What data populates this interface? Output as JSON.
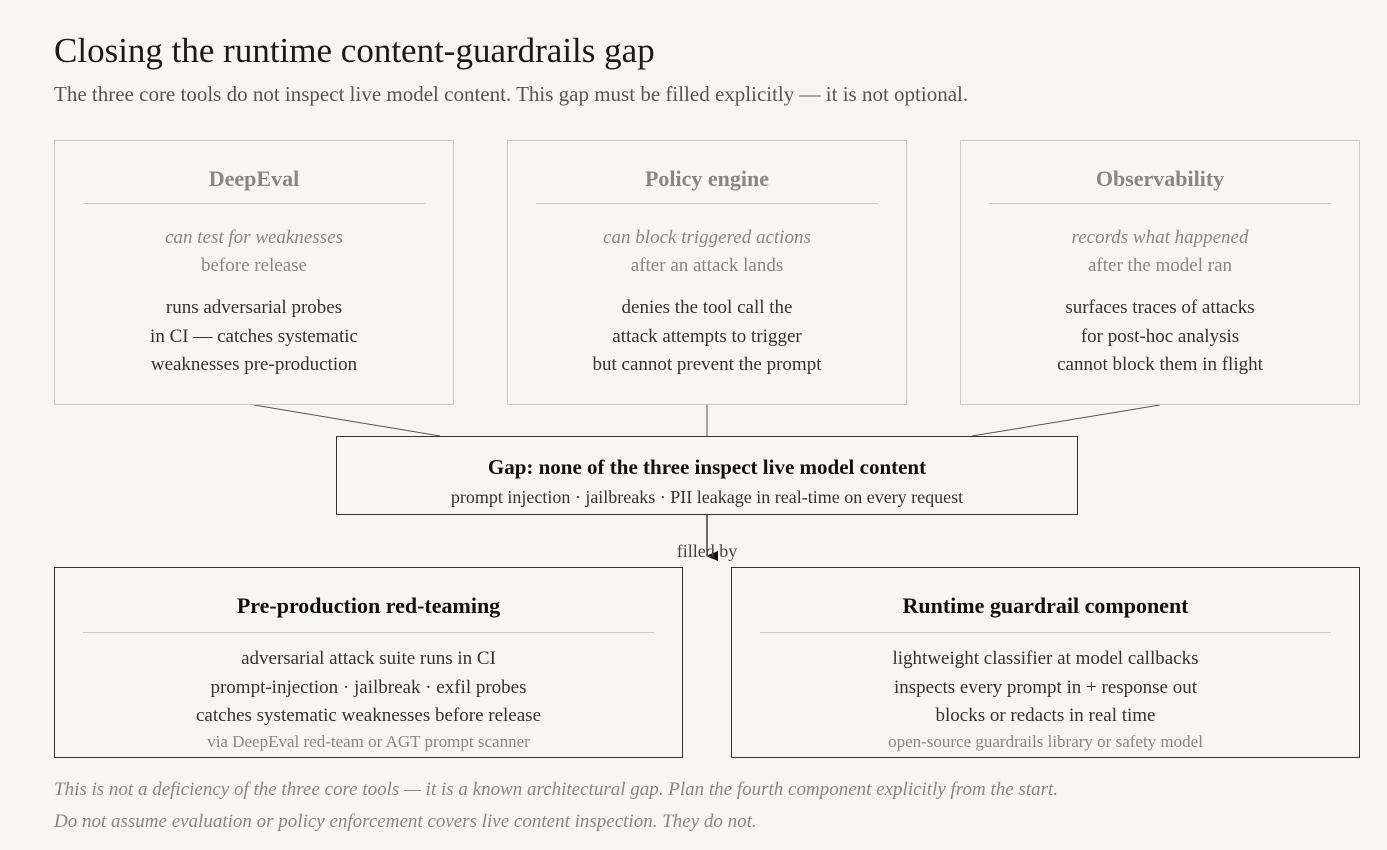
{
  "title": "Closing the runtime content-guardrails gap",
  "subtitle": "The three core tools do not inspect live model content. This gap must be filled explicitly — it is not optional.",
  "tools": [
    {
      "name": "DeepEval",
      "capability": "can test for weaknesses",
      "timing": "before release",
      "lines": [
        "runs adversarial probes",
        "in CI — catches systematic",
        "weaknesses pre-production"
      ]
    },
    {
      "name": "Policy engine",
      "capability": "can block triggered actions",
      "timing": "after an attack lands",
      "lines": [
        "denies the tool call the",
        "attack attempts to trigger",
        "but cannot prevent the prompt"
      ]
    },
    {
      "name": "Observability",
      "capability": "records what happened",
      "timing": "after the model ran",
      "lines": [
        "surfaces traces of attacks",
        "for post-hoc analysis",
        "cannot block them in flight"
      ]
    }
  ],
  "gap": {
    "title": "Gap: none of the three inspect live model content",
    "detail": "prompt injection · jailbreaks · PII leakage in real-time on every request"
  },
  "connector_label": "filled by",
  "components": [
    {
      "name": "Pre-production red-teaming",
      "lines": [
        "adversarial attack suite runs in CI",
        "prompt-injection · jailbreak · exfil probes",
        "catches systematic weaknesses before release"
      ],
      "via": "via DeepEval red-team or AGT prompt scanner"
    },
    {
      "name": "Runtime guardrail component",
      "lines": [
        "lightweight classifier at model callbacks",
        "inspects every prompt in + response out",
        "blocks or redacts in real time"
      ],
      "via": "open-source guardrails library or safety model"
    }
  ],
  "notes": [
    "This is not a deficiency of the three core tools — it is a known architectural gap. Plan the fourth component explicitly from the start.",
    "Do not assume evaluation or policy enforcement covers live content inspection. They do not."
  ],
  "colors": {
    "background": "#f9f5f0",
    "muted_border": "#cfcac4",
    "strong_border": "#333333",
    "muted_text": "#8a8783"
  }
}
